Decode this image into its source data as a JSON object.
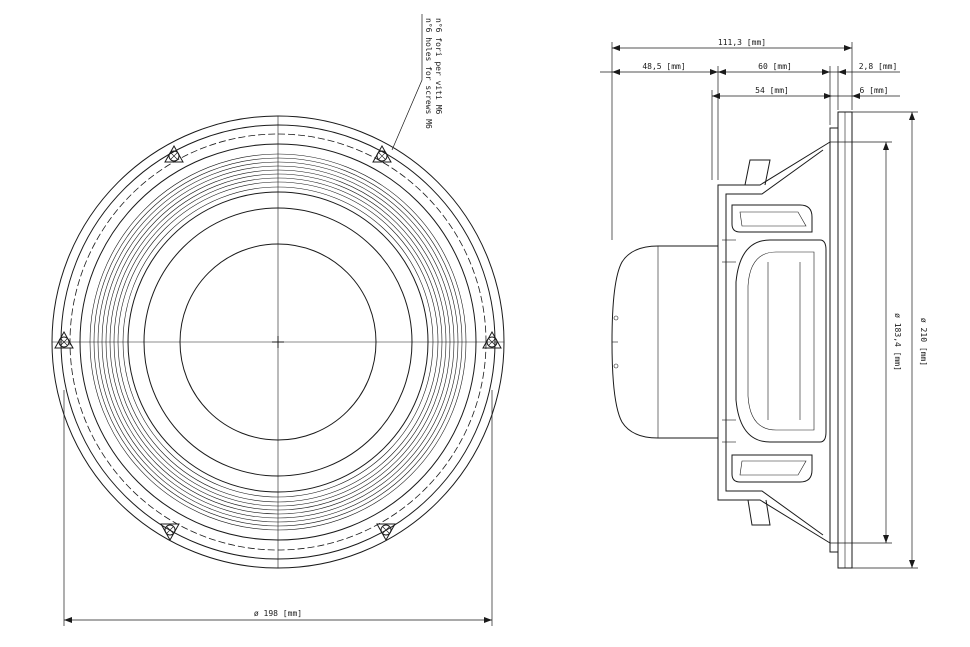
{
  "drawing": {
    "note_line1": "n°6 fori per viti M6",
    "note_line2": "n°6 holes for screws M6",
    "front": {
      "diameter_label": "ø 198  [mm]"
    },
    "side": {
      "overall_depth": "111,3    [mm]",
      "magnet_depth": "48,5 [mm]",
      "basket_depth": "60 [mm]",
      "flange_thickness": "2,8 [mm]",
      "mount_depth": "54 [mm]",
      "front_to_flange": "6   [mm]",
      "cutout_diameter": "ø 183,4   [mm]",
      "outer_diameter": "ø 210   [mm]"
    }
  }
}
